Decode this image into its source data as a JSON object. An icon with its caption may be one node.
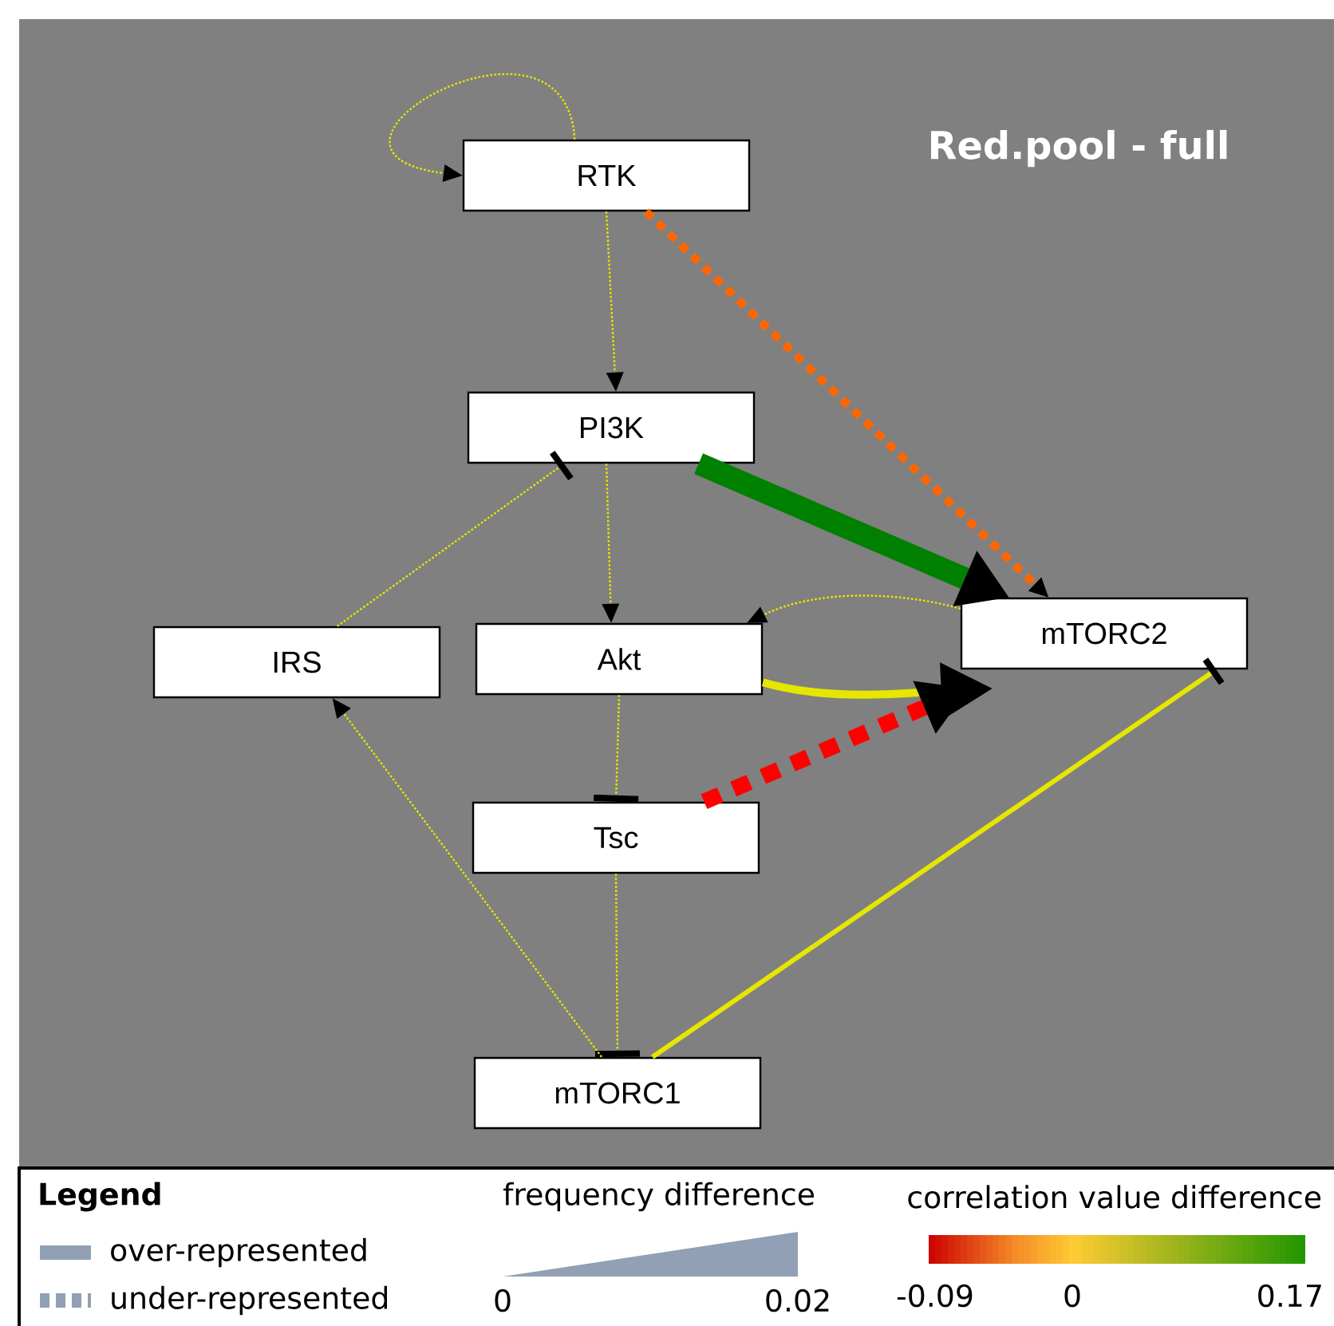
{
  "diagram": {
    "title": "Red.pool - full",
    "nodes": [
      {
        "text": [
          "RTK"
        ]
      },
      {
        "text": [
          "PI3K"
        ]
      },
      {
        "text": [
          "IRS"
        ]
      },
      {
        "text": [
          "Akt"
        ]
      },
      {
        "text": [
          "mTORC2"
        ]
      },
      {
        "text": [
          "Tsc"
        ]
      },
      {
        "text": [
          "mTORC1"
        ]
      }
    ],
    "edges": [
      {
        "from": 0,
        "to": 0,
        "arrow": "to",
        "style": "dashed"
      },
      {
        "from": 0,
        "to": 1,
        "arrow": "to",
        "style": "dashed"
      },
      {
        "from": 0,
        "to": 4,
        "arrow": "to",
        "style": "dashed",
        "color": "#ff6600"
      },
      {
        "from": 1,
        "to": 4,
        "arrow": "to",
        "style": "thick",
        "color": "#008000"
      },
      {
        "from": 1,
        "to": 3,
        "arrow": "to",
        "style": "dashed"
      },
      {
        "from": 2,
        "to": 1,
        "arrow": "other",
        "style": "dashed"
      },
      {
        "from": 4,
        "to": 3,
        "arrow": "to",
        "style": "dashed"
      },
      {
        "from": 3,
        "to": 4,
        "arrow": "to",
        "style": "thick"
      },
      {
        "from": 5,
        "to": 4,
        "arrow": "to",
        "style": "dashed",
        "color": "#ff0000"
      },
      {
        "from": 3,
        "to": 5,
        "arrow": "other",
        "style": "dashed"
      },
      {
        "from": 5,
        "to": 6,
        "arrow": "other",
        "style": "dashed"
      },
      {
        "from": 6,
        "to": 2,
        "arrow": "to",
        "style": "dashed"
      },
      {
        "from": 6,
        "to": 4,
        "arrow": "other",
        "style": "thick"
      }
    ],
    "labels": [
      "Legend",
      "frequency difference",
      "0",
      "0.02",
      "correlation value difference",
      "-0.09",
      "0",
      "0.17"
    ],
    "legend": [
      {
        "text": "over-represented"
      },
      {
        "text": "under-represented"
      }
    ]
  }
}
